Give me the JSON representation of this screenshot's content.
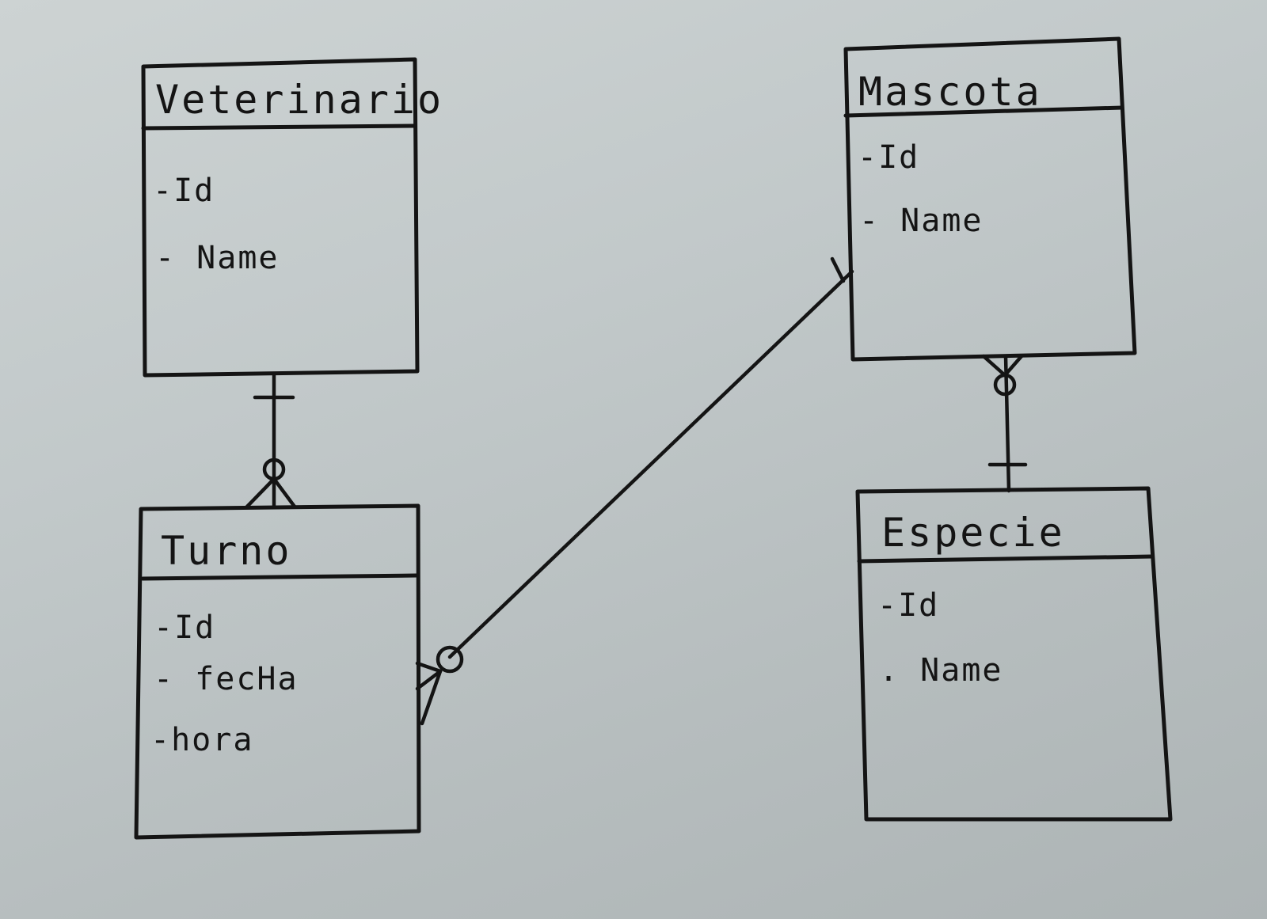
{
  "entities": [
    {
      "key": "veterinario",
      "title": "Veterinario",
      "attributes": [
        "-Id",
        "- Name"
      ]
    },
    {
      "key": "mascota",
      "title": "Mascota",
      "attributes": [
        "-Id",
        "- Name"
      ]
    },
    {
      "key": "turno",
      "title": "Turno",
      "attributes": [
        "-Id",
        "- fecHa",
        "-hora"
      ]
    },
    {
      "key": "especie",
      "title": "Especie",
      "attributes": [
        "-Id",
        ". Name"
      ]
    }
  ],
  "relationships": [
    {
      "from": "Veterinario",
      "from_cardinality": "exactly-one",
      "to": "Turno",
      "to_cardinality": "zero-or-many"
    },
    {
      "from": "Mascota",
      "from_cardinality": "exactly-one",
      "to": "Turno",
      "to_cardinality": "zero-or-many"
    },
    {
      "from": "Especie",
      "from_cardinality": "exactly-one",
      "to": "Mascota",
      "to_cardinality": "zero-or-many"
    }
  ],
  "colors": {
    "ink": "#141414",
    "paper": "#c2c9ca"
  }
}
